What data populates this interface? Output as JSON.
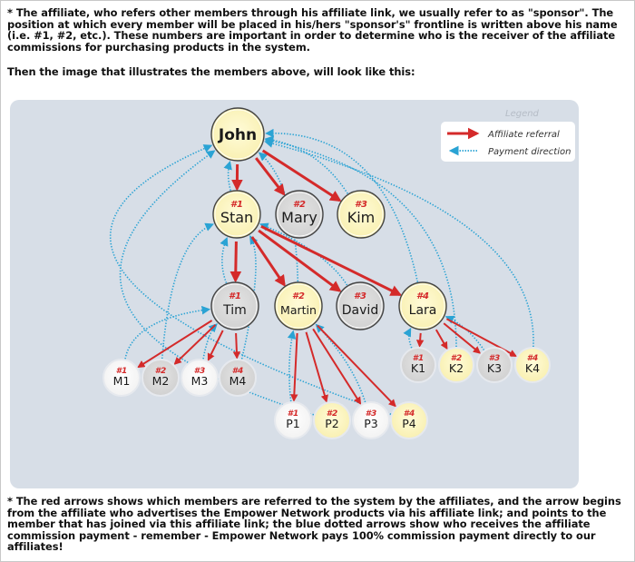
{
  "text": {
    "intro": "* The affiliate, who refers other members through his affiliate link, we usually refer to as \"sponsor\". The position at which every member will be placed in his/hers \"sponsor's\" frontline is written above his name (i.e. #1, #2, etc.). These numbers are important in order to determine who is the receiver of the affiliate commissions for purchasing products in the system.",
    "lead_in": "Then the image that illustrates the members above, will look like this:",
    "footnote": "* The red arrows shows which members are referred to the system by the affiliates, and the arrow begins from the affiliate who advertises the Empower Network products via his affiliate link; and points to the member that has joined via this affiliate link; the blue dotted arrows show who receives the affiliate commission payment - remember - Empower Network pays 100% commission payment directly to our affiliates!"
  },
  "colors": {
    "panel_bg": "#d7dee7",
    "referral_arrow": "#d42a2a",
    "payment_arrow": "#2aa3d4",
    "node_yellow": "#fbf6c4",
    "node_gray": "#d9d9d9",
    "node_white": "#ffffff",
    "position_label": "#d42a2a"
  },
  "legend": {
    "title": "Legend",
    "items": [
      {
        "label": "Affiliate referral",
        "type": "referral"
      },
      {
        "label": "Payment direction",
        "type": "payment"
      }
    ]
  },
  "nodes": [
    {
      "id": "John",
      "name": "John",
      "position": "",
      "fill": "yellow",
      "level": 0
    },
    {
      "id": "Stan",
      "name": "Stan",
      "position": "#1",
      "fill": "yellow",
      "level": 1
    },
    {
      "id": "Mary",
      "name": "Mary",
      "position": "#2",
      "fill": "gray",
      "level": 1
    },
    {
      "id": "Kim",
      "name": "Kim",
      "position": "#3",
      "fill": "yellow",
      "level": 1
    },
    {
      "id": "Tim",
      "name": "Tim",
      "position": "#1",
      "fill": "gray",
      "level": 2
    },
    {
      "id": "Martin",
      "name": "Martin",
      "position": "#2",
      "fill": "yellow",
      "level": 2
    },
    {
      "id": "David",
      "name": "David",
      "position": "#3",
      "fill": "gray",
      "level": 2
    },
    {
      "id": "Lara",
      "name": "Lara",
      "position": "#4",
      "fill": "yellow",
      "level": 2
    },
    {
      "id": "M1",
      "name": "M1",
      "position": "#1",
      "fill": "white",
      "level": 3
    },
    {
      "id": "M2",
      "name": "M2",
      "position": "#2",
      "fill": "gray",
      "level": 3
    },
    {
      "id": "M3",
      "name": "M3",
      "position": "#3",
      "fill": "white",
      "level": 3
    },
    {
      "id": "M4",
      "name": "M4",
      "position": "#4",
      "fill": "gray",
      "level": 3
    },
    {
      "id": "P1",
      "name": "P1",
      "position": "#1",
      "fill": "white",
      "level": 3
    },
    {
      "id": "P2",
      "name": "P2",
      "position": "#2",
      "fill": "yellow",
      "level": 3
    },
    {
      "id": "P3",
      "name": "P3",
      "position": "#3",
      "fill": "white",
      "level": 3
    },
    {
      "id": "P4",
      "name": "P4",
      "position": "#4",
      "fill": "yellow",
      "level": 3
    },
    {
      "id": "K1",
      "name": "K1",
      "position": "#1",
      "fill": "gray",
      "level": 3
    },
    {
      "id": "K2",
      "name": "K2",
      "position": "#2",
      "fill": "yellow",
      "level": 3
    },
    {
      "id": "K3",
      "name": "K3",
      "position": "#3",
      "fill": "gray",
      "level": 3
    },
    {
      "id": "K4",
      "name": "K4",
      "position": "#4",
      "fill": "yellow",
      "level": 3
    }
  ],
  "referrals": [
    {
      "from": "John",
      "to": "Stan"
    },
    {
      "from": "John",
      "to": "Mary"
    },
    {
      "from": "John",
      "to": "Kim"
    },
    {
      "from": "Stan",
      "to": "Tim"
    },
    {
      "from": "Stan",
      "to": "Martin"
    },
    {
      "from": "Stan",
      "to": "David"
    },
    {
      "from": "Stan",
      "to": "Lara"
    },
    {
      "from": "Tim",
      "to": "M1"
    },
    {
      "from": "Tim",
      "to": "M2"
    },
    {
      "from": "Tim",
      "to": "M3"
    },
    {
      "from": "Tim",
      "to": "M4"
    },
    {
      "from": "Martin",
      "to": "P1"
    },
    {
      "from": "Martin",
      "to": "P2"
    },
    {
      "from": "Martin",
      "to": "P3"
    },
    {
      "from": "Martin",
      "to": "P4"
    },
    {
      "from": "Lara",
      "to": "K1"
    },
    {
      "from": "Lara",
      "to": "K2"
    },
    {
      "from": "Lara",
      "to": "K3"
    },
    {
      "from": "Lara",
      "to": "K4"
    }
  ],
  "payments": [
    {
      "from": "Stan",
      "to": "John"
    },
    {
      "from": "Kim",
      "to": "John"
    },
    {
      "from": "Tim",
      "to": "Stan"
    },
    {
      "from": "Martin",
      "to": "John"
    },
    {
      "from": "David",
      "to": "Stan"
    },
    {
      "from": "Lara",
      "to": "John"
    },
    {
      "from": "M1",
      "to": "Tim"
    },
    {
      "from": "M2",
      "to": "Stan"
    },
    {
      "from": "M3",
      "to": "Tim"
    },
    {
      "from": "M4",
      "to": "Stan"
    },
    {
      "from": "P1",
      "to": "Martin"
    },
    {
      "from": "P2",
      "to": "John"
    },
    {
      "from": "P3",
      "to": "Martin"
    },
    {
      "from": "P4",
      "to": "John"
    },
    {
      "from": "K1",
      "to": "Lara"
    },
    {
      "from": "K2",
      "to": "John"
    },
    {
      "from": "K3",
      "to": "Lara"
    },
    {
      "from": "K4",
      "to": "John"
    }
  ]
}
